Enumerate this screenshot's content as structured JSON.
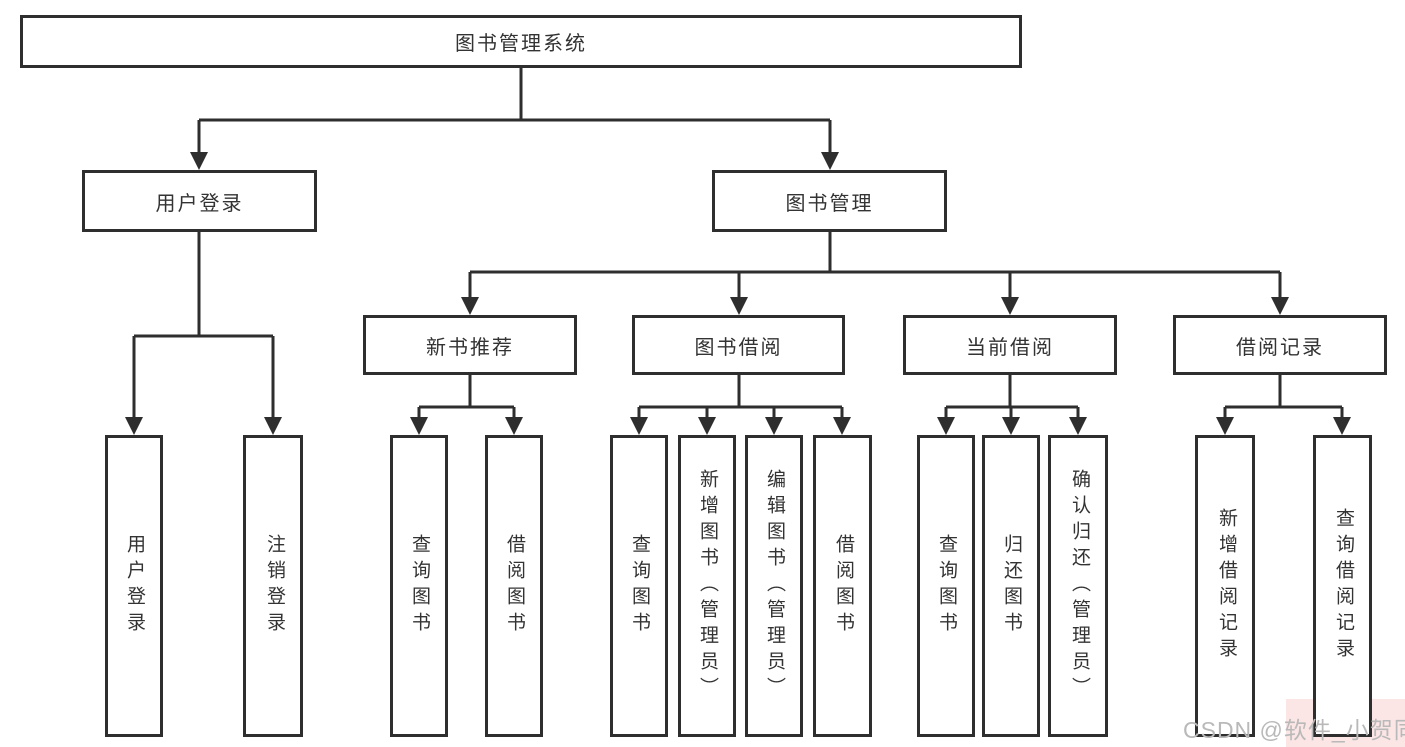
{
  "tree": {
    "root": {
      "label": "图书管理系统"
    },
    "user_login": {
      "label": "用户登录",
      "leaves": [
        "用户登录",
        "注销登录"
      ]
    },
    "book_mgmt": {
      "label": "图书管理"
    },
    "new_books": {
      "label": "新书推荐",
      "leaves": [
        "查询图书",
        "借阅图书"
      ]
    },
    "book_borrow": {
      "label": "图书借阅",
      "leaves": [
        "查询图书",
        "新增图书（管理员）",
        "编辑图书（管理员）",
        "借阅图书"
      ]
    },
    "current_borrow": {
      "label": "当前借阅",
      "leaves": [
        "查询图书",
        "归还图书",
        "确认归还（管理员）"
      ]
    },
    "borrow_records": {
      "label": "借阅记录",
      "leaves": [
        "新增借阅记录",
        "查询借阅记录"
      ]
    }
  },
  "watermark": {
    "text": "CSDN @软件_小贺同学"
  },
  "colors": {
    "box_border": "#2e2e2e",
    "box_fill": "#ffffff",
    "text": "#333333",
    "connector": "#2e2e2e",
    "watermark_text": "#b9b9b9",
    "watermark_accent": "#f7c6c6",
    "background": "#ffffff"
  }
}
